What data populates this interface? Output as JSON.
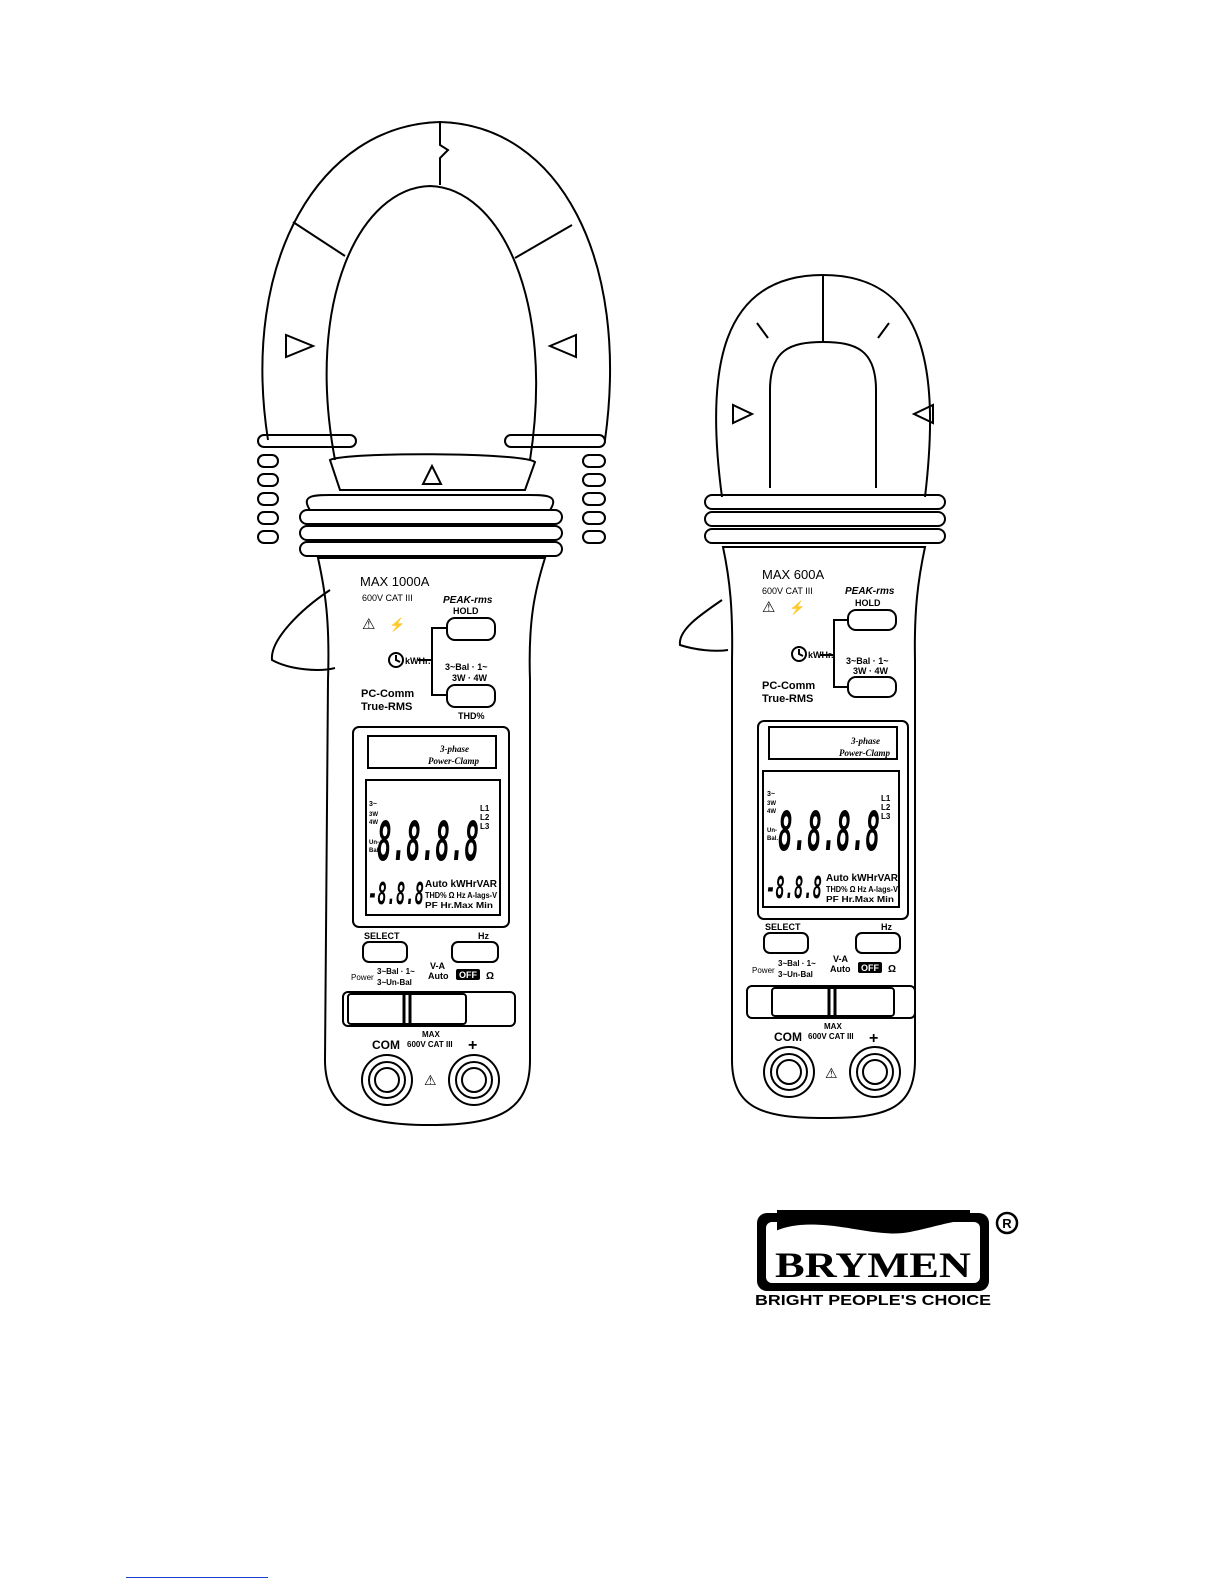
{
  "meters": [
    {
      "name": "large",
      "max_rating": "MAX 1000A",
      "cat_rating": "600V CAT III",
      "peak_label": "PEAK-rms",
      "hold_label": "HOLD",
      "kwh_label": "kWHr.",
      "phase_button_line1": "3~Bal · 1~",
      "phase_button_line2": "3W · 4W",
      "thd_label": "THD%",
      "pc_comm": "PC-Comm",
      "true_rms": "True-RMS",
      "lcd_title1": "3-phase",
      "lcd_title2": "Power-Clamp",
      "lcd_main_digits": "8.8.8.8",
      "lcd_sub_digits": "-8.8.8",
      "lcd_left_labels": [
        "3~",
        "3W",
        "4W",
        "Un-",
        "Bal."
      ],
      "lcd_phase_labels": [
        "L1",
        "L2",
        "L3"
      ],
      "lcd_units1": "Auto kWHrVAR",
      "lcd_units2": "THD% Ω Hz A-lags-V",
      "lcd_units3": "PF Hr.Max Min",
      "select_label": "SELECT",
      "hz_label": "Hz",
      "power_label": "Power",
      "dial_label1": "3~Bal · 1~",
      "dial_label2": "3~Un-Bal",
      "va_label": "V-A",
      "auto_label": "Auto",
      "off_label": "OFF",
      "ohm_label": "Ω",
      "com_label": "COM",
      "max_label": "MAX",
      "cat_label": "600V CAT III",
      "plus_label": "+"
    },
    {
      "name": "small",
      "max_rating": "MAX 600A",
      "cat_rating": "600V CAT III",
      "peak_label": "PEAK-rms",
      "hold_label": "HOLD",
      "kwh_label": "kWHr.",
      "phase_button_line1": "3~Bal · 1~",
      "phase_button_line2": "3W · 4W",
      "pc_comm": "PC-Comm",
      "true_rms": "True-RMS",
      "lcd_title1": "3-phase",
      "lcd_title2": "Power-Clamp",
      "lcd_main_digits": "8.8.8.8",
      "lcd_sub_digits": "-8.8.8",
      "lcd_left_labels": [
        "3~",
        "3W",
        "4W",
        "Un-",
        "Bal."
      ],
      "lcd_phase_labels": [
        "L1",
        "L2",
        "L3"
      ],
      "lcd_units1": "Auto kWHrVAR",
      "lcd_units2": "THD% Ω Hz A-lags-V",
      "lcd_units3": "PF Hr.Max Min",
      "select_label": "SELECT",
      "hz_label": "Hz",
      "power_label": "Power",
      "dial_label1": "3~Bal · 1~",
      "dial_label2": "3~Un-Bal",
      "va_label": "V-A",
      "auto_label": "Auto",
      "off_label": "OFF",
      "ohm_label": "Ω",
      "com_label": "COM",
      "max_label": "MAX",
      "cat_label": "600V CAT III",
      "plus_label": "+"
    }
  ],
  "brand": {
    "name": "BRYMEN",
    "registered_mark": "R",
    "tagline": "BRIGHT PEOPLE'S CHOICE"
  }
}
